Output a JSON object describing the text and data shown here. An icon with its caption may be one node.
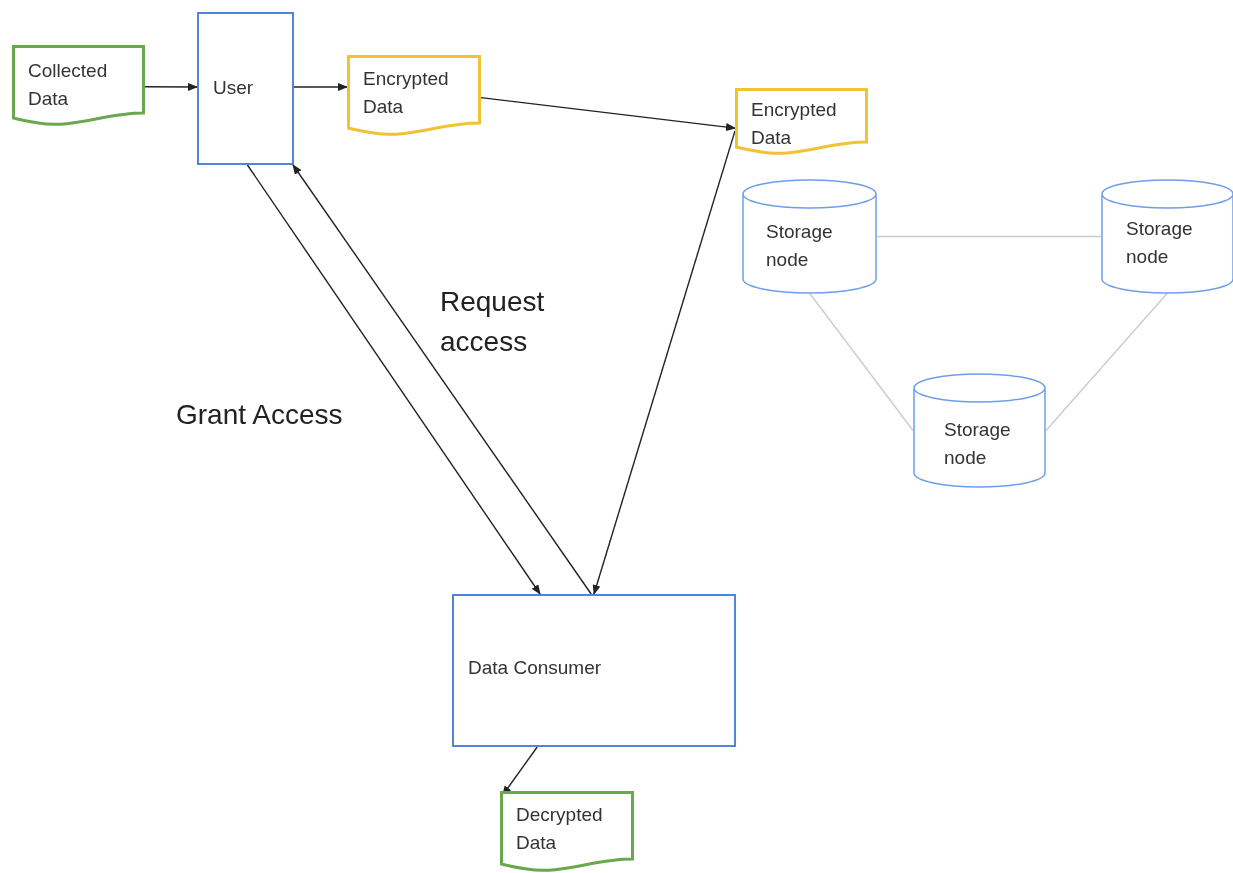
{
  "diagram": {
    "nodes": [
      {
        "text": [
          "Collected Data"
        ]
      },
      {
        "text": [
          "User"
        ]
      },
      {
        "text": [
          "Encrypted Data"
        ]
      },
      {
        "text": [
          "Encrypted Data"
        ]
      },
      {
        "text": [
          "Storage node"
        ]
      },
      {
        "text": [
          "Storage node"
        ]
      },
      {
        "text": [
          "Storage node"
        ]
      },
      {
        "text": [
          "Data Consumer"
        ]
      },
      {
        "text": [
          "Decrypted Data"
        ]
      }
    ],
    "edges": [
      {
        "from": 0,
        "to": 1,
        "arrow": "to"
      },
      {
        "from": 1,
        "to": 2,
        "arrow": "to"
      },
      {
        "from": 2,
        "to": 3,
        "arrow": "to"
      },
      {
        "from": 3,
        "to": 7,
        "arrow": "to"
      },
      {
        "from": 1,
        "to": 7,
        "arrow": "to",
        "label": "Grant Access"
      },
      {
        "from": 7,
        "to": 1,
        "arrow": "to",
        "label": "Request access"
      },
      {
        "from": 7,
        "to": 8,
        "arrow": "to"
      },
      {
        "from": 4,
        "to": 5,
        "arrow": "none",
        "color": "#cccccc"
      },
      {
        "from": 4,
        "to": 6,
        "arrow": "none",
        "color": "#cccccc"
      },
      {
        "from": 5,
        "to": 6,
        "arrow": "none",
        "color": "#cccccc"
      }
    ]
  }
}
